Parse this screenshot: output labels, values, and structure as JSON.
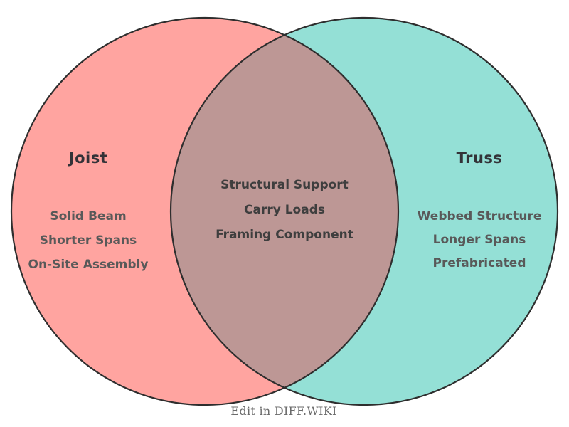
{
  "diagram": {
    "type": "venn2",
    "left": {
      "title": "Joist",
      "items": [
        "Solid Beam",
        "Shorter Spans",
        "On-Site Assembly"
      ]
    },
    "right": {
      "title": "Truss",
      "items": [
        "Webbed Structure",
        "Longer Spans",
        "Prefabricated"
      ]
    },
    "overlap": {
      "items": [
        "Structural Support",
        "Carry Loads",
        "Framing Component"
      ]
    }
  },
  "colors": {
    "left_fill": "#FFA4A0",
    "right_fill": "#94E0D6",
    "overlap_fill": "#BD9795",
    "outline": "#2E2E2E",
    "title_text": "#333338",
    "item_text": "#595959",
    "overlap_text": "#3E3E3E",
    "credit_text": "#6B6B6B"
  },
  "footer": {
    "credit": "Edit in DIFF.WIKI"
  }
}
